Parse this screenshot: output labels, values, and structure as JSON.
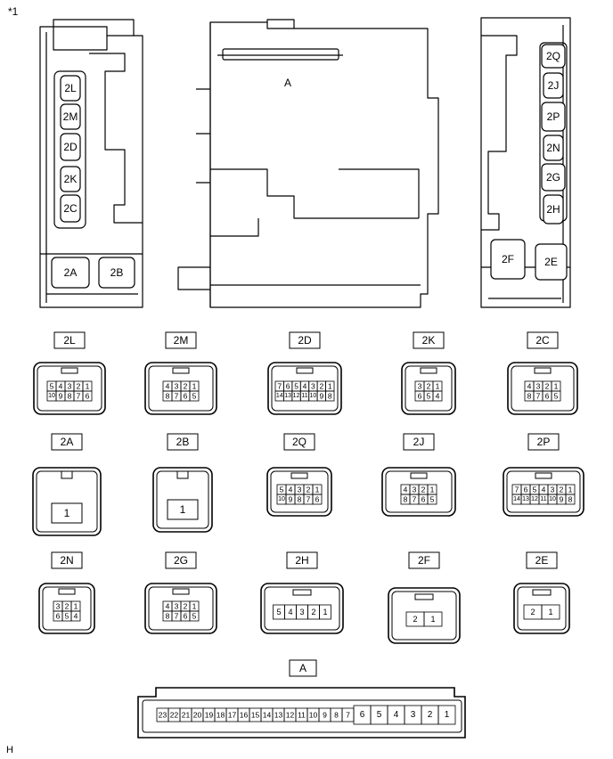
{
  "figure_ref": "*1",
  "figure_code": "H",
  "top_view": {
    "left_block": {
      "connectors": [
        "2L",
        "2M",
        "2D",
        "2K",
        "2C",
        "2A",
        "2B"
      ]
    },
    "center_block": {
      "connector": "A"
    },
    "right_block": {
      "connectors": [
        "2Q",
        "2J",
        "2P",
        "2N",
        "2G",
        "2H",
        "2F",
        "2E"
      ]
    }
  },
  "connectors": {
    "c2L": {
      "label": "2L",
      "pins_top": [
        "5",
        "4",
        "3",
        "2",
        "1"
      ],
      "pins_bottom": [
        "10",
        "9",
        "8",
        "7",
        "6"
      ]
    },
    "c2M": {
      "label": "2M",
      "pins_top": [
        "4",
        "3",
        "2",
        "1"
      ],
      "pins_bottom": [
        "8",
        "7",
        "6",
        "5"
      ]
    },
    "c2D": {
      "label": "2D",
      "pins_top": [
        "7",
        "6",
        "5",
        "4",
        "3",
        "2",
        "1"
      ],
      "pins_bottom": [
        "14",
        "13",
        "12",
        "11",
        "10",
        "9",
        "8"
      ]
    },
    "c2K": {
      "label": "2K",
      "pins_top": [
        "3",
        "2",
        "1"
      ],
      "pins_bottom": [
        "6",
        "5",
        "4"
      ]
    },
    "c2C": {
      "label": "2C",
      "pins_top": [
        "4",
        "3",
        "2",
        "1"
      ],
      "pins_bottom": [
        "8",
        "7",
        "6",
        "5"
      ]
    },
    "c2A": {
      "label": "2A",
      "pins": [
        "1"
      ]
    },
    "c2B": {
      "label": "2B",
      "pins": [
        "1"
      ]
    },
    "c2Q": {
      "label": "2Q",
      "pins_top": [
        "5",
        "4",
        "3",
        "2",
        "1"
      ],
      "pins_bottom": [
        "10",
        "9",
        "8",
        "7",
        "6"
      ]
    },
    "c2J": {
      "label": "2J",
      "pins_top": [
        "4",
        "3",
        "2",
        "1"
      ],
      "pins_bottom": [
        "8",
        "7",
        "6",
        "5"
      ]
    },
    "c2P": {
      "label": "2P",
      "pins_top": [
        "7",
        "6",
        "5",
        "4",
        "3",
        "2",
        "1"
      ],
      "pins_bottom": [
        "14",
        "13",
        "12",
        "11",
        "10",
        "9",
        "8"
      ]
    },
    "c2N": {
      "label": "2N",
      "pins_top": [
        "3",
        "2",
        "1"
      ],
      "pins_bottom": [
        "6",
        "5",
        "4"
      ]
    },
    "c2G": {
      "label": "2G",
      "pins_top": [
        "4",
        "3",
        "2",
        "1"
      ],
      "pins_bottom": [
        "8",
        "7",
        "6",
        "5"
      ]
    },
    "c2H": {
      "label": "2H",
      "pins": [
        "5",
        "4",
        "3",
        "2",
        "1"
      ]
    },
    "c2F": {
      "label": "2F",
      "pins": [
        "2",
        "1"
      ]
    },
    "c2E": {
      "label": "2E",
      "pins": [
        "2",
        "1"
      ]
    },
    "cA": {
      "label": "A",
      "pins_small": [
        "23",
        "22",
        "21",
        "20",
        "19",
        "18",
        "17",
        "16",
        "15",
        "14",
        "13",
        "12",
        "11",
        "10",
        "9",
        "8",
        "7"
      ],
      "pins_large": [
        "6",
        "5",
        "4",
        "3",
        "2",
        "1"
      ]
    }
  }
}
